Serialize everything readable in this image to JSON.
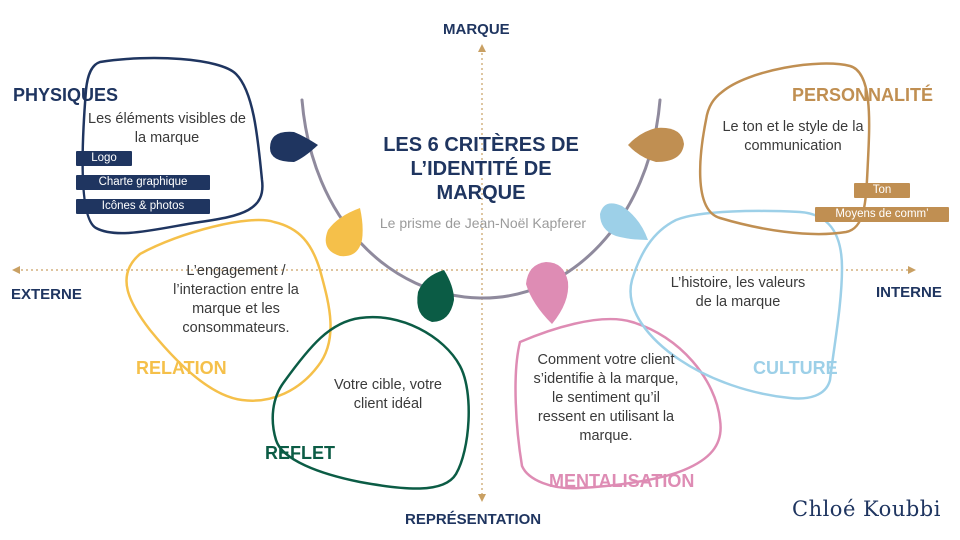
{
  "title": "LES 6 CRITÈRES DE L’IDENTITÉ DE MARQUE",
  "subtitle": "Le prisme de Jean-Noël Kapferer",
  "axes": {
    "top": "MARQUE",
    "bottom": "REPRÉSENTATION",
    "left": "EXTERNE",
    "right": "INTERNE"
  },
  "criteria": {
    "physiques": {
      "label": "PHYSIQUES",
      "description": "Les éléments visibles de la marque",
      "tags": [
        "Logo",
        "Charte graphique",
        "Icônes & photos"
      ],
      "color": "#1f3560"
    },
    "relation": {
      "label": "RELATION",
      "description": "L’engagement / l’interaction entre la marque et les consommateurs.",
      "color": "#f5c04a"
    },
    "reflet": {
      "label": "REFLET",
      "description": "Votre cible, votre client idéal",
      "color": "#0b5c45"
    },
    "mentalisation": {
      "label": "MENTALISATION",
      "description": "Comment votre client s’identifie à la marque, le sentiment qu’il ressent en utilisant la marque.",
      "color": "#de8cb4"
    },
    "culture": {
      "label": "CULTURE",
      "description": "L’histoire, les valeurs de la marque",
      "color": "#9dd0e8"
    },
    "personnalite": {
      "label": "PERSONNALITÉ",
      "description": "Le ton et le style de la communication",
      "tags": [
        "Ton",
        "Moyens de comm’"
      ],
      "color": "#c08f52"
    }
  },
  "signature": "Chloé Koubbi",
  "colors": {
    "navy": "#1f3560",
    "axis": "#c9a063",
    "arc": "#8f8a9d"
  }
}
